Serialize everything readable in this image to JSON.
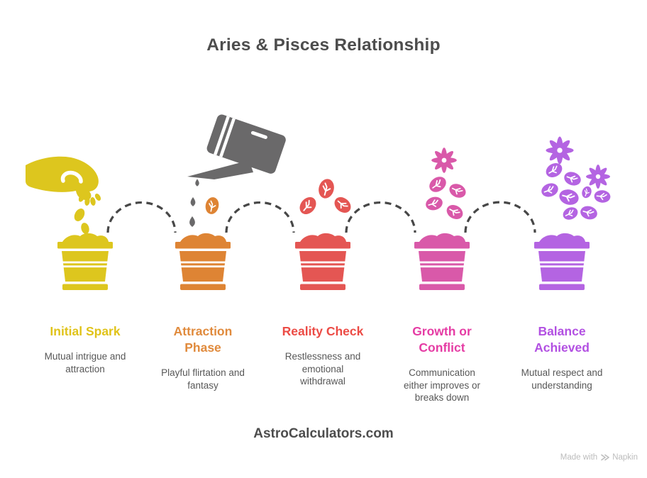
{
  "title": "Aries & Pisces Relationship",
  "stages": [
    {
      "name": "Initial Spark",
      "description": "Mutual intrigue and attraction",
      "color": "#ddc61e",
      "label_color": "#e0c31a",
      "icon": "hand-planting-seeds"
    },
    {
      "name": "Attraction Phase",
      "description": "Playful flirtation and fantasy",
      "color": "#de8434",
      "label_color": "#e08a3c",
      "icon": "watering-can-pouring"
    },
    {
      "name": "Reality Check",
      "description": "Restlessness and emotional withdrawal",
      "color": "#e45653",
      "label_color": "#ec4b45",
      "icon": "sprouting-buds"
    },
    {
      "name": "Growth or Conflict",
      "description": "Communication either improves or breaks down",
      "color": "#d959a9",
      "label_color": "#e53ca4",
      "icon": "blooming-flowers"
    },
    {
      "name": "Balance Achieved",
      "description": "Mutual respect and understanding",
      "color": "#b464e2",
      "label_color": "#b250e2",
      "icon": "full-bloom"
    }
  ],
  "connector": {
    "style": "dashed-arc",
    "color": "#474747"
  },
  "watering_can_color": "#6a696a",
  "footer": {
    "site": "AstroCalculators.com"
  },
  "watermark": {
    "prefix": "Made with",
    "brand": "Napkin"
  }
}
